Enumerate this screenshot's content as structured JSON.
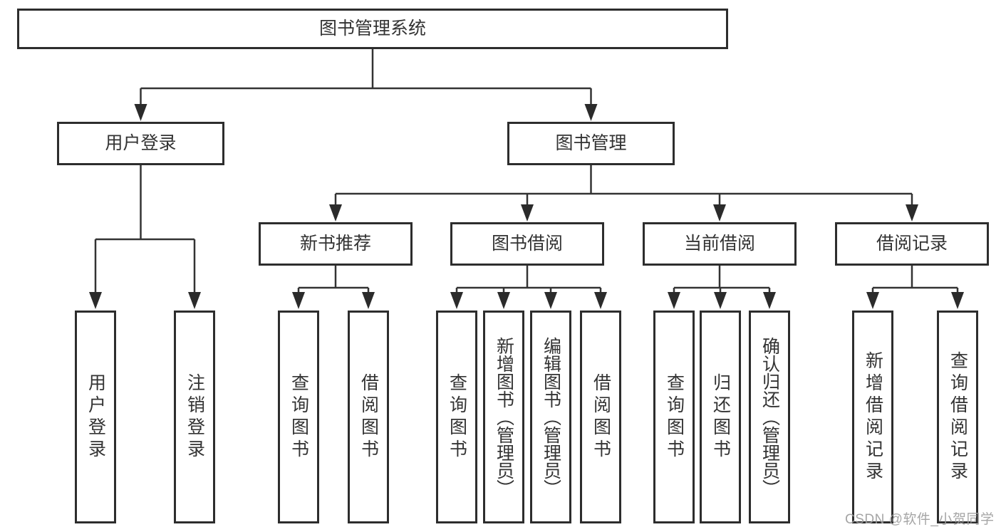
{
  "diagram": {
    "root": "图书管理系统",
    "level2": {
      "user_login": "用户登录",
      "book_management": "图书管理"
    },
    "level3": {
      "new_book": "新书推荐",
      "borrow": "图书借阅",
      "current": "当前借阅",
      "records": "借阅记录"
    },
    "leaves": {
      "user_login": [
        "用户登录",
        "注销登录"
      ],
      "new_book": [
        "查询图书",
        "借阅图书"
      ],
      "borrow": [
        "查询图书",
        "新增图书（管理员）",
        "编辑图书（管理员）",
        "借阅图书"
      ],
      "current": [
        "查询图书",
        "归还图书",
        "确认归还（管理员）"
      ],
      "records": [
        "新增借阅记录",
        "查询借阅记录"
      ]
    }
  },
  "watermark": "CSDN @软件_小贺同学",
  "colors": {
    "line": "#333333",
    "border": "#2d2d2d",
    "text": "#333333",
    "watermark": "#9e9e9e"
  }
}
